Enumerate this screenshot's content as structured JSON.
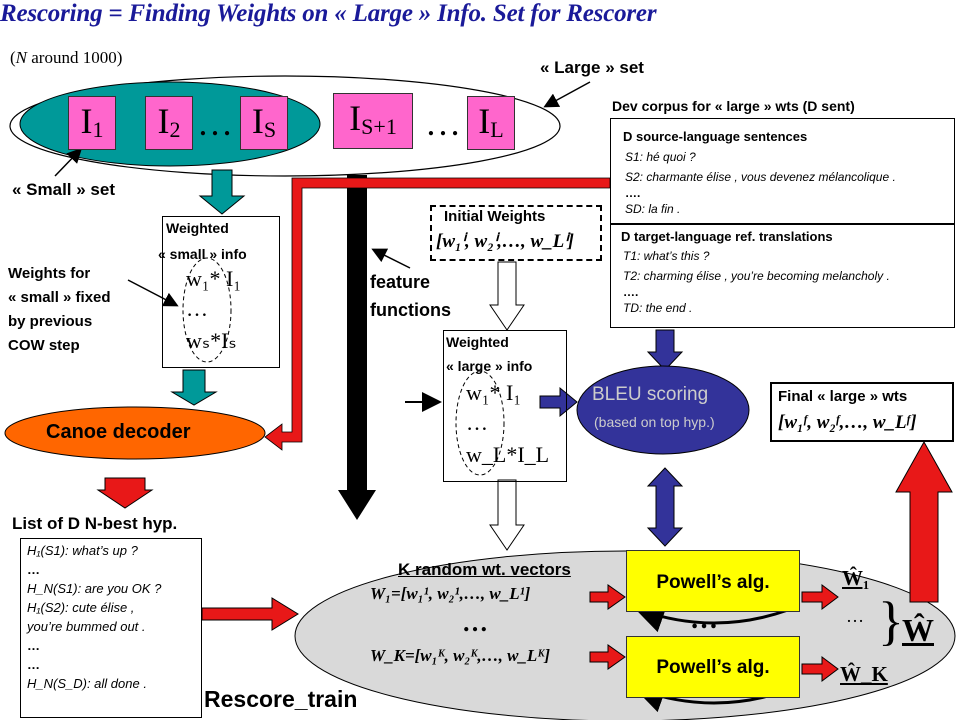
{
  "title": "Rescoring = Finding Weights on « Large » Info. Set for Rescorer",
  "subtitle_n": "N",
  "subtitle_rest": " around 1000)",
  "subtitle_open": "(",
  "large_set_label": "« Large » set",
  "small_set_label": "« Small » set",
  "info_boxes": [
    {
      "base": "I",
      "sub": "1"
    },
    {
      "base": "I",
      "sub": "2"
    },
    {
      "base": "I",
      "sub": "S"
    },
    {
      "base": "I",
      "sub": "S+1"
    },
    {
      "base": "I",
      "sub": "L"
    }
  ],
  "ellipsis": "…",
  "dev_corpus_label": "Dev corpus for « large » wts (D sent)",
  "source_box": {
    "header": "D source-language sentences",
    "lines": [
      "S1: hé quoi ?",
      "S2: charmante élise , vous devenez mélancolique .",
      "….",
      "SD: la fin ."
    ]
  },
  "target_box": {
    "header": "D target-language ref. translations",
    "lines": [
      "T1: what’s this ?",
      "T2: charming élise , you’re becoming melancholy .",
      "….",
      "TD: the end ."
    ]
  },
  "weighted_small": {
    "title1": "Weighted",
    "title2": "« small » info",
    "row1": "w₁* I₁",
    "dots": "…",
    "row2": "wₛ*Iₛ"
  },
  "weights_fixed": [
    "Weights for",
    "« small » fixed",
    "by previous",
    "COW step"
  ],
  "initial_weights": {
    "title": "Initial Weights",
    "vector": "[w₁ⁱ, w₂ⁱ,…, w_Lⁱ]"
  },
  "feature_functions": [
    "feature",
    "functions"
  ],
  "weighted_large": {
    "title1": "Weighted",
    "title2": "« large » info",
    "row1": "w₁* I₁",
    "dots": "…",
    "row2": "w_L*I_L"
  },
  "bleu": {
    "title": "BLEU scoring",
    "sub": "(based on top hyp.)"
  },
  "final_weights": {
    "title": "Final « large » wts",
    "vector": "[w₁ᶠ, w₂ᶠ,…, w_Lᶠ]"
  },
  "decoder_label": "Canoe decoder",
  "nbest_label": "List of D N-best hyp.",
  "nbest_lines": [
    "H₁(S1): what’s up ?",
    "…",
    "H_N(S1): are you OK ?",
    "H₁(S2): cute élise ,",
    "you’re bummed out .",
    "…",
    "…",
    "H_N(S_D): all done ."
  ],
  "random_vectors_label": "K random wt. vectors",
  "w1_vector": "W₁=[w₁¹, w₂¹,…, w_L¹]",
  "wk_vector": "W_K=[w₁ᴷ, w₂ᴷ,…, w_Lᴷ]",
  "mid_dots": "…",
  "powell_label": "Powell’s alg.",
  "what1": "Ŵ₁",
  "whatk": "Ŵ_K",
  "what_dots": "…",
  "what_final": "Ŵ",
  "rescore_label": "Rescore_train",
  "colors": {
    "teal": "#009999",
    "pink": "#ff66cc",
    "red": "#e81818",
    "orange": "#ff6600",
    "blue": "#33339a",
    "yellow": "#ffff00",
    "title": "#1a1a99"
  }
}
